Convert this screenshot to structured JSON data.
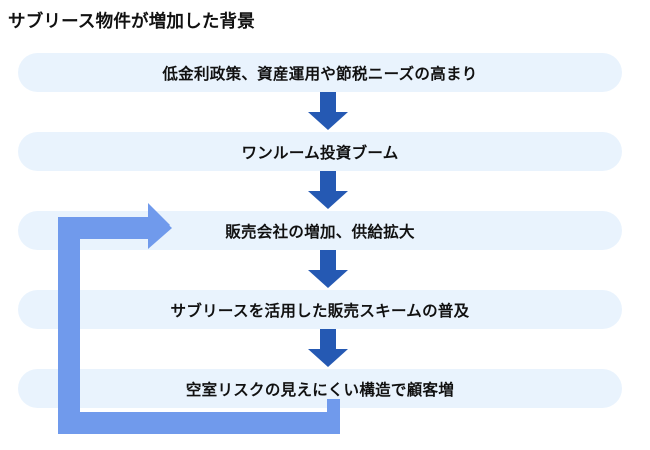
{
  "diagram": {
    "title": "サブリース物件が増加した背景",
    "type": "flowchart",
    "colors": {
      "box_fill": "#e9f3fd",
      "box_text": "#111111",
      "down_arrow": "#2559b3",
      "feedback_arrow": "#709aec",
      "background": "#ffffff"
    },
    "steps": [
      {
        "id": "step-1",
        "label": "低金利政策、資産運用や節税ニーズの高まり"
      },
      {
        "id": "step-2",
        "label": "ワンルーム投資ブーム"
      },
      {
        "id": "step-3",
        "label": "販売会社の増加、供給拡大"
      },
      {
        "id": "step-4",
        "label": "サブリースを活用した販売スキームの普及"
      },
      {
        "id": "step-5",
        "label": "空室リスクの見えにくい構造で顧客増"
      }
    ],
    "connectors": [
      {
        "id": "connector-1",
        "icon": "down-arrow-icon",
        "from": "step-1",
        "to": "step-2"
      },
      {
        "id": "connector-2",
        "icon": "down-arrow-icon",
        "from": "step-2",
        "to": "step-3"
      },
      {
        "id": "connector-3",
        "icon": "down-arrow-icon",
        "from": "step-3",
        "to": "step-4"
      },
      {
        "id": "connector-4",
        "icon": "down-arrow-icon",
        "from": "step-4",
        "to": "step-5"
      }
    ],
    "feedback": {
      "id": "feedback-loop",
      "icon": "loop-arrow-icon",
      "from": "step-5",
      "to": "step-3"
    }
  }
}
